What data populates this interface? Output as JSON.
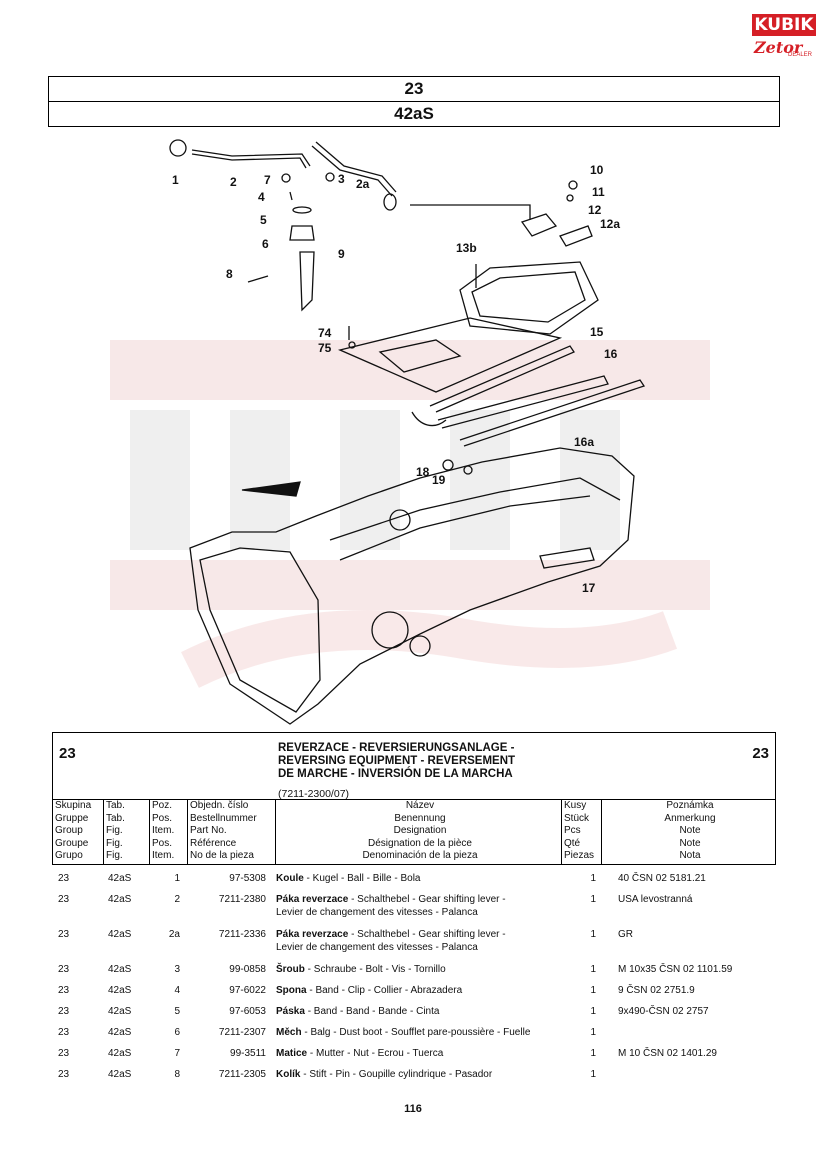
{
  "logo": {
    "brand": "KUBIK",
    "sub": "Zetor",
    "tag": "DEALER"
  },
  "header": {
    "group": "23",
    "figure": "42aS"
  },
  "callouts": [
    "1",
    "2",
    "2a",
    "3",
    "4",
    "5",
    "6",
    "7",
    "8",
    "9",
    "10",
    "11",
    "12",
    "12a",
    "13b",
    "74",
    "75",
    "15",
    "16",
    "16a",
    "18",
    "19",
    "17"
  ],
  "parts": {
    "group": "23",
    "title_lines": [
      "REVERZACE - REVERSIERUNGSANLAGE -",
      "REVERSING EQUIPMENT - REVERSEMENT",
      "DE MARCHE - INVERSIÓN DE LA MARCHA"
    ],
    "code": "(7211-2300/07)",
    "columns": {
      "group": [
        "Skupina",
        "Gruppe",
        "Group",
        "Groupe",
        "Grupo"
      ],
      "tab": [
        "Tab.",
        "Tab.",
        "Fig.",
        "Fig.",
        "Fig."
      ],
      "pos": [
        "Poz.",
        "Pos.",
        "Item.",
        "Pos.",
        "Item."
      ],
      "partno": [
        "Objedn. číslo",
        "Bestellnummer",
        "Part No.",
        "Référence",
        "No de la pieza"
      ],
      "name": [
        "Název",
        "Benennung",
        "Designation",
        "Désignation de la pièce",
        "Denominación de la pieza"
      ],
      "qty": [
        "Kusy",
        "Stück",
        "Pcs",
        "Qté",
        "Piezas"
      ],
      "note": [
        "Poznámka",
        "Anmerkung",
        "Note",
        "Note",
        "Nota"
      ]
    },
    "rows": [
      {
        "group": "23",
        "tab": "42aS",
        "pos": "1",
        "partno": "97-5308",
        "name": "Koule",
        "rest": " - Kugel - Ball - Bille - Bola",
        "qty": "1",
        "note": "40 ČSN 02 5181.21"
      },
      {
        "group": "23",
        "tab": "42aS",
        "pos": "2",
        "partno": "7211-2380",
        "name": "Páka reverzace",
        "rest": " - Schalthebel - Gear shifting lever -",
        "rest2": "Levier de changement des vitesses - Palanca",
        "qty": "1",
        "note": "USA levostranná"
      },
      {
        "group": "23",
        "tab": "42aS",
        "pos": "2a",
        "partno": "7211-2336",
        "name": "Páka reverzace",
        "rest": " - Schalthebel - Gear shifting lever -",
        "rest2": "Levier de changement des vitesses - Palanca",
        "qty": "1",
        "note": "GR"
      },
      {
        "group": "23",
        "tab": "42aS",
        "pos": "3",
        "partno": "99-0858",
        "name": "Šroub",
        "rest": " - Schraube - Bolt - Vis - Tornillo",
        "qty": "1",
        "note": "M 10x35 ČSN 02 1101.59"
      },
      {
        "group": "23",
        "tab": "42aS",
        "pos": "4",
        "partno": "97-6022",
        "name": "Spona",
        "rest": " - Band - Clip - Collier - Abrazadera",
        "qty": "1",
        "note": "9 ČSN 02 2751.9"
      },
      {
        "group": "23",
        "tab": "42aS",
        "pos": "5",
        "partno": "97-6053",
        "name": "Páska",
        "rest": " - Band - Band - Bande - Cinta",
        "qty": "1",
        "note": "9x490-ČSN 02 2757"
      },
      {
        "group": "23",
        "tab": "42aS",
        "pos": "6",
        "partno": "7211-2307",
        "name": "Měch",
        "rest": " - Balg - Dust boot - Soufflet pare-poussière - Fuelle",
        "qty": "1",
        "note": ""
      },
      {
        "group": "23",
        "tab": "42aS",
        "pos": "7",
        "partno": "99-3511",
        "name": "Matice",
        "rest": " - Mutter - Nut - Ecrou - Tuerca",
        "qty": "1",
        "note": "M 10 ČSN 02 1401.29"
      },
      {
        "group": "23",
        "tab": "42aS",
        "pos": "8",
        "partno": "7211-2305",
        "name": "Kolík",
        "rest": " - Stift - Pin - Goupille cylindrique - Pasador",
        "qty": "1",
        "note": ""
      }
    ]
  },
  "page": {
    "number": "116"
  }
}
